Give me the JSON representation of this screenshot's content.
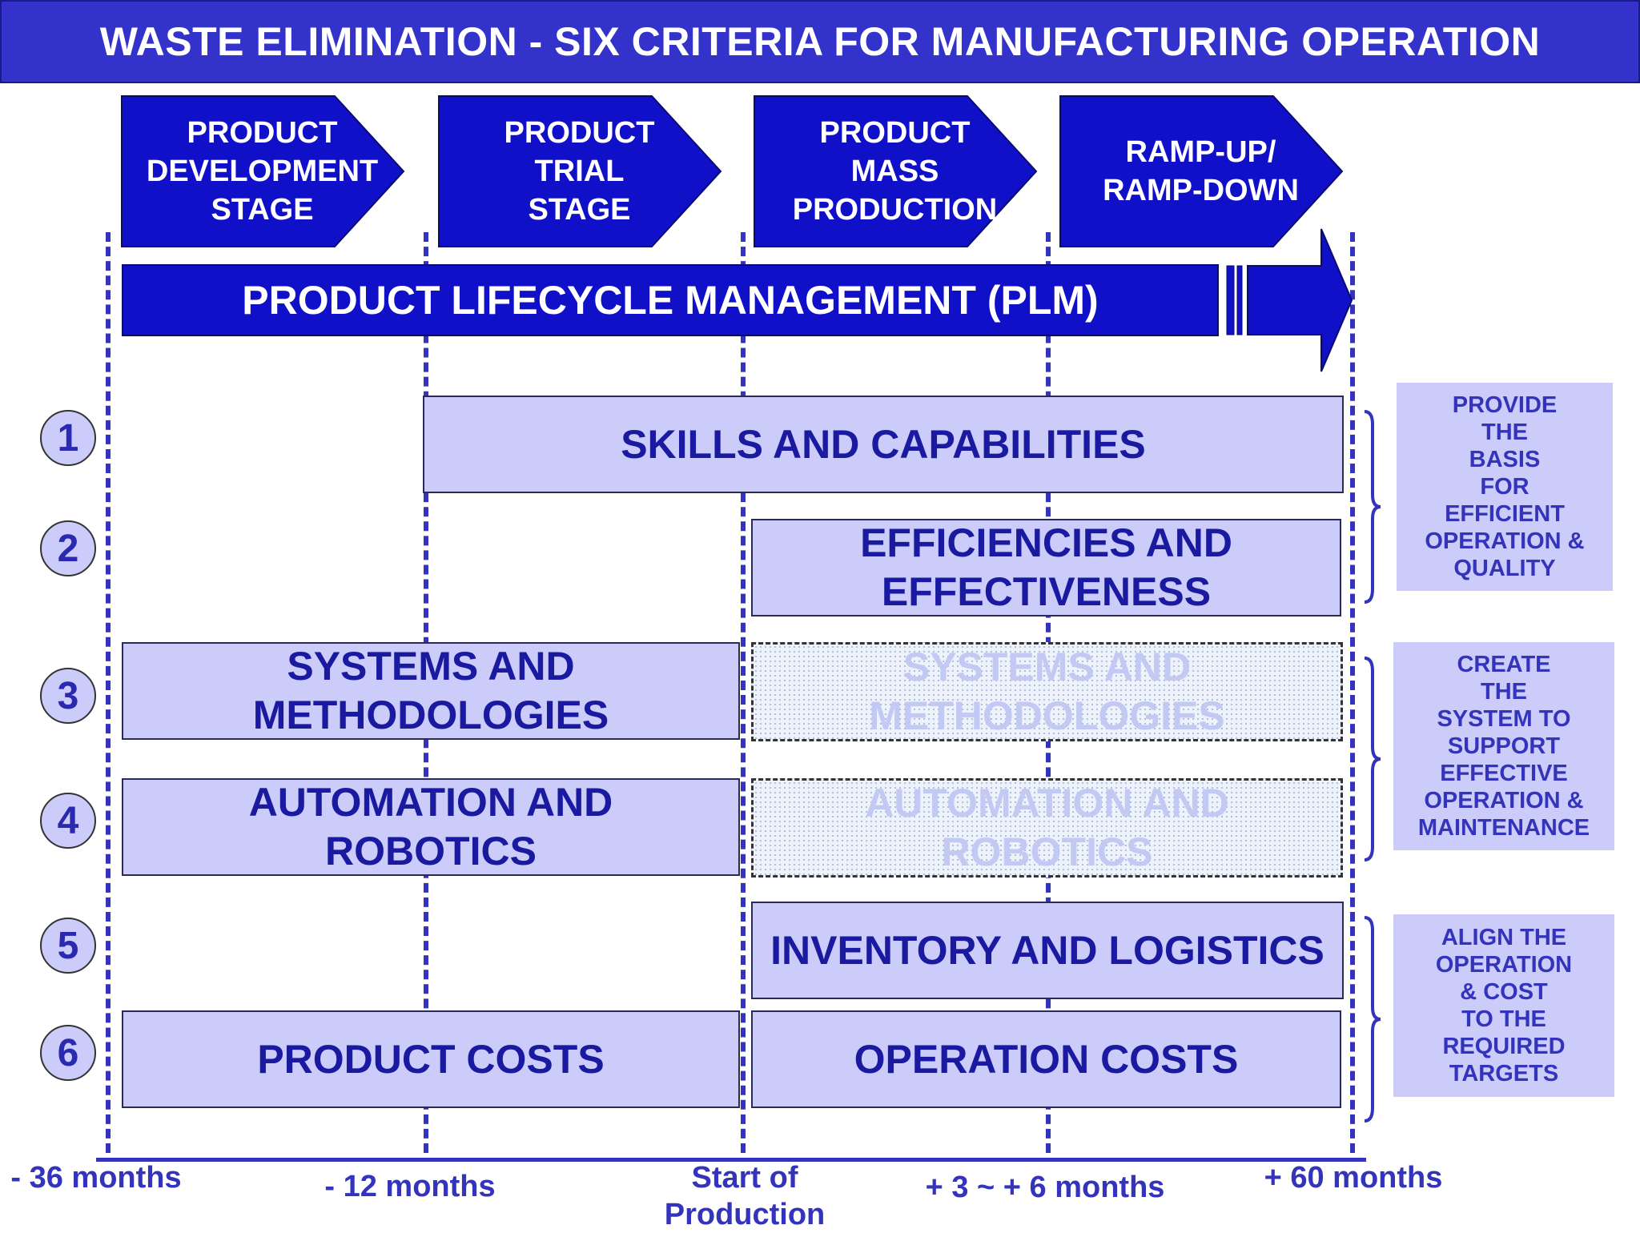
{
  "title": "WASTE ELIMINATION - SIX  CRITERIA FOR MANUFACTURING OPERATION",
  "stages": [
    {
      "label": "PRODUCT\nDEVELOPMENT\nSTAGE"
    },
    {
      "label": "PRODUCT\nTRIAL\nSTAGE"
    },
    {
      "label": "PRODUCT\nMASS\nPRODUCTION"
    },
    {
      "label": "RAMP-UP/\nRAMP-DOWN"
    }
  ],
  "plm": {
    "label": "PRODUCT LIFECYCLE MANAGEMENT (PLM)"
  },
  "criteria": [
    {
      "number": "1"
    },
    {
      "number": "2"
    },
    {
      "number": "3"
    },
    {
      "number": "4"
    },
    {
      "number": "5"
    },
    {
      "number": "6"
    }
  ],
  "boxes": {
    "skills": "SKILLS AND CAPABILITIES",
    "efficiencies": "EFFICIENCIES AND\nEFFECTIVENESS",
    "systems": "SYSTEMS AND\nMETHODOLOGIES",
    "systems_ghost": "SYSTEMS AND\nMETHODOLOGIES",
    "automation": "AUTOMATION AND\nROBOTICS",
    "automation_ghost": "AUTOMATION AND\nROBOTICS",
    "inventory": "INVENTORY AND LOGISTICS",
    "product_costs": "PRODUCT COSTS",
    "operation_costs": "OPERATION COSTS"
  },
  "notes": [
    {
      "text": "PROVIDE\nTHE\nBASIS\nFOR\nEFFICIENT\nOPERATION &\nQUALITY"
    },
    {
      "text": "CREATE\nTHE\nSYSTEM TO\nSUPPORT\nEFFECTIVE\nOPERATION &\nMAINTENANCE"
    },
    {
      "text": "ALIGN THE\nOPERATION\n& COST\nTO THE\nREQUIRED\nTARGETS"
    }
  ],
  "timeline": [
    {
      "label": "- 36 months"
    },
    {
      "label": "- 12 months"
    },
    {
      "label": "Start of\nProduction"
    },
    {
      "label": "+ 3 ~ + 6 months"
    },
    {
      "label": "+ 60 months"
    }
  ],
  "colors": {
    "title_bg": "#3333cc",
    "stage_fill": "#1010c8",
    "box_fill": "#ccccfa",
    "text_blue": "#1a1aa0",
    "dash_line": "#3333bb"
  }
}
